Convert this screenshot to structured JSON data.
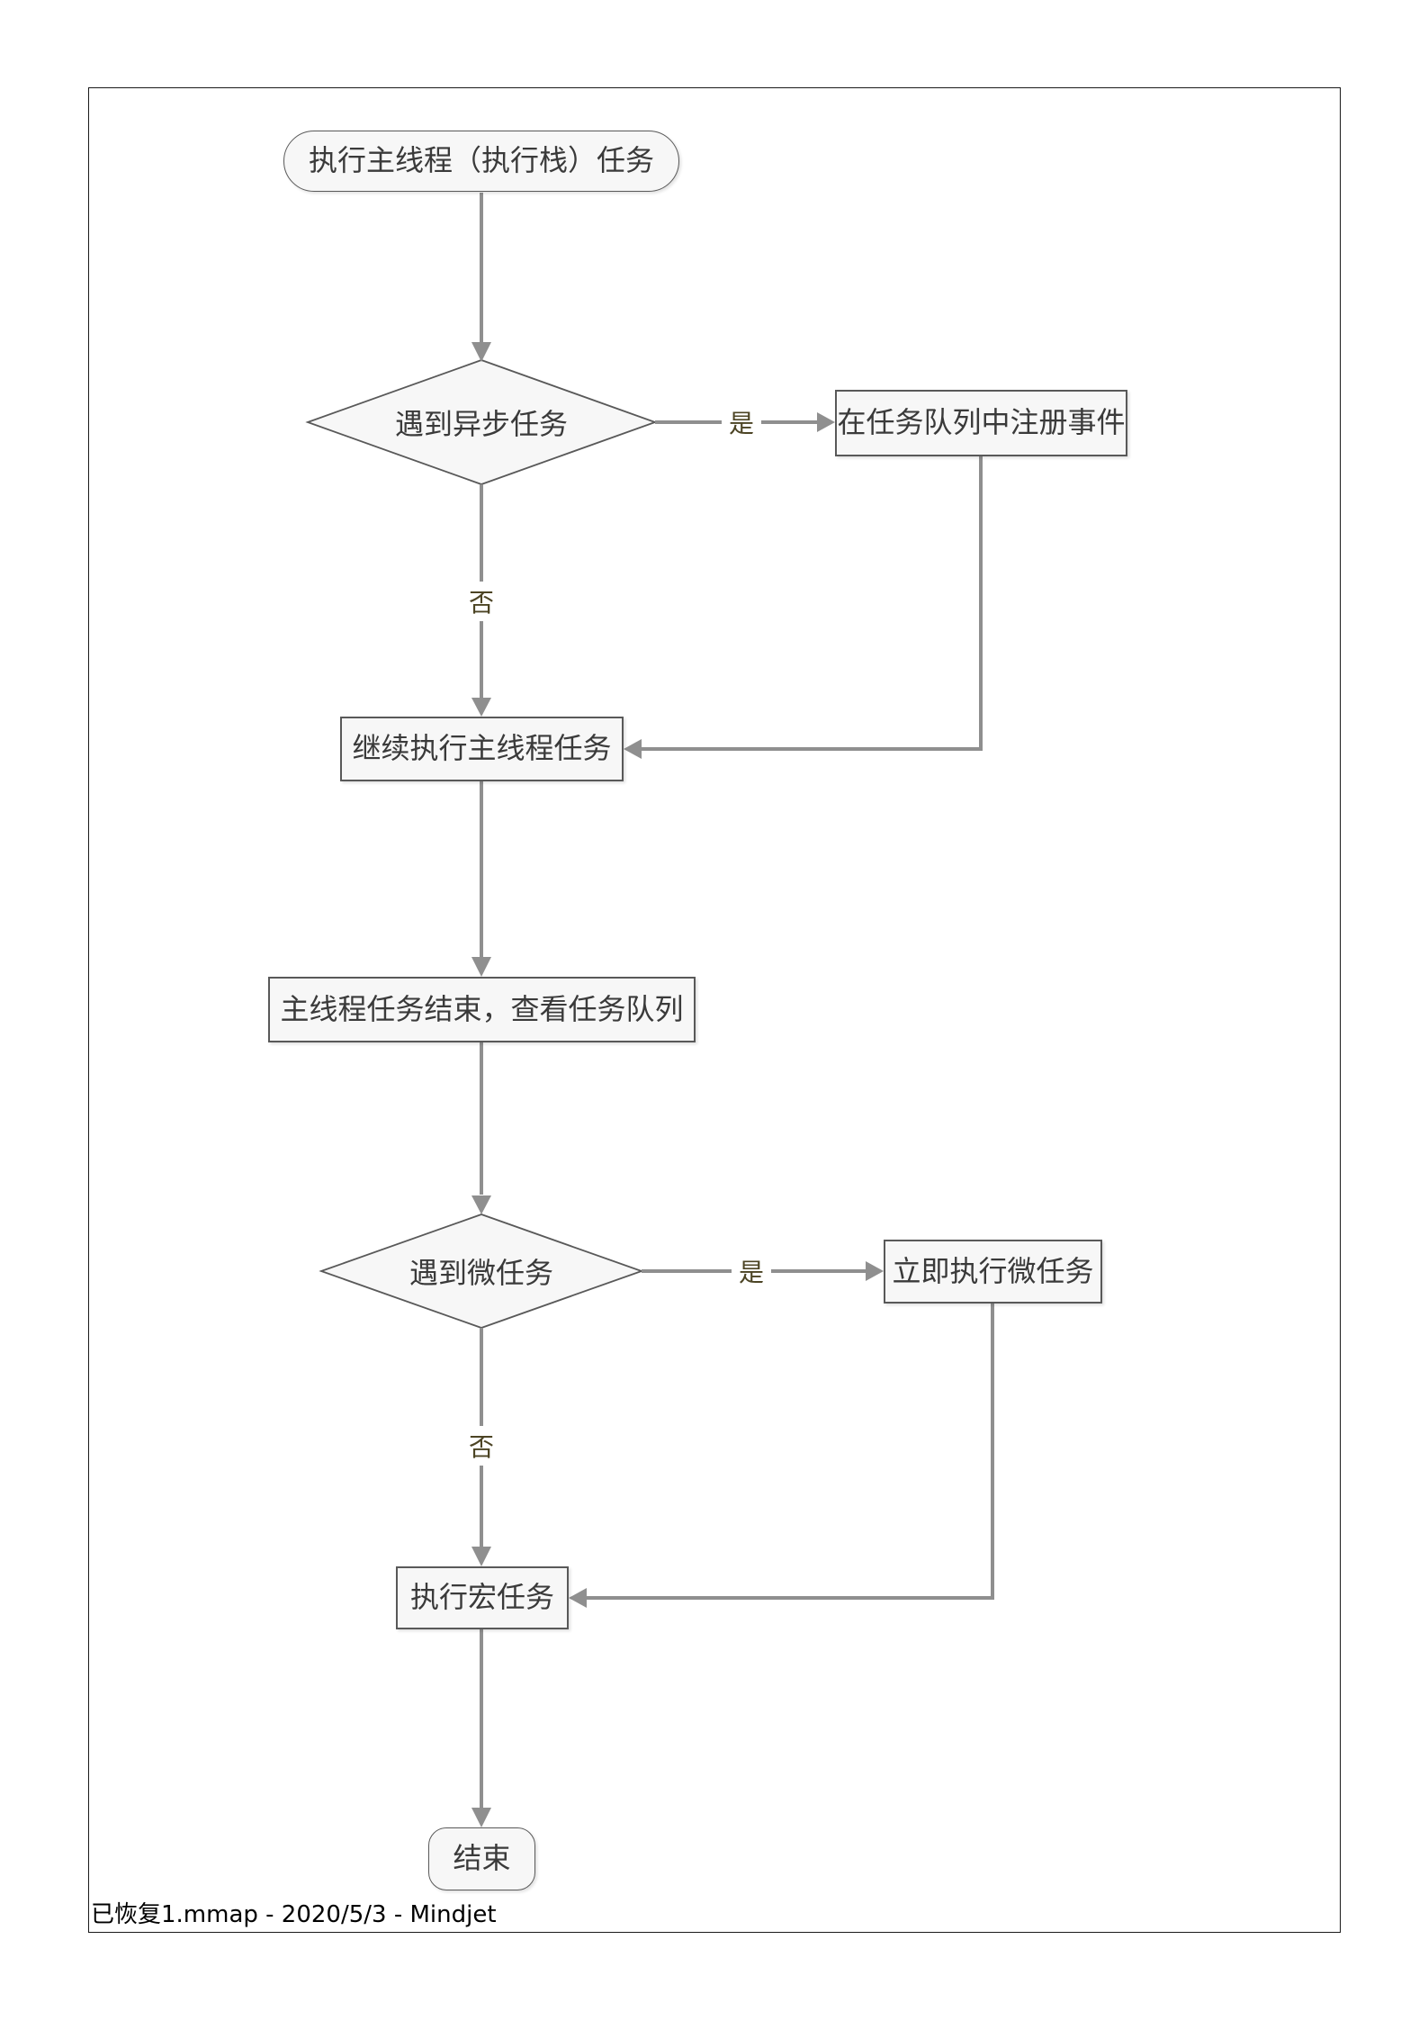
{
  "footer": {
    "text": "已恢复1.mmap - 2020/5/3 - Mindjet"
  },
  "flowchart": {
    "nodes": {
      "start": {
        "label": "执行主线程（执行栈）任务",
        "shape": "rounded-terminator"
      },
      "async_decision": {
        "label": "遇到异步任务",
        "shape": "diamond"
      },
      "register_event": {
        "label": "在任务队列中注册事件",
        "shape": "rect"
      },
      "continue_main": {
        "label": "继续执行主线程任务",
        "shape": "rect"
      },
      "check_queue": {
        "label": "主线程任务结束，查看任务队列",
        "shape": "rect"
      },
      "micro_decision": {
        "label": "遇到微任务",
        "shape": "diamond"
      },
      "run_micro": {
        "label": "立即执行微任务",
        "shape": "rect"
      },
      "run_macro": {
        "label": "执行宏任务",
        "shape": "rect"
      },
      "end": {
        "label": "结束",
        "shape": "rounded-terminator"
      }
    },
    "edge_labels": {
      "async_yes": "是",
      "async_no": "否",
      "micro_yes": "是",
      "micro_no": "否"
    },
    "colors": {
      "node_fill": "#f7f7f7",
      "node_border": "#595959",
      "connector": "#8f8f8f",
      "node_text": "#3a3a3a",
      "edge_label_text": "#4c4424",
      "frame_border": "#1a1a1a"
    }
  }
}
